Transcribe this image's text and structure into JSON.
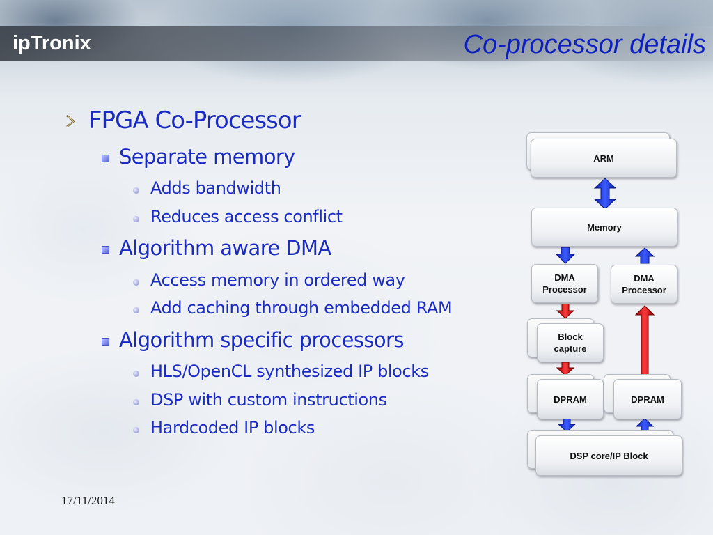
{
  "header": {
    "brand": "ipTronix",
    "title": "Co-processor details"
  },
  "content": {
    "level1": {
      "label": "FPGA Co-Processor"
    },
    "groups": [
      {
        "label": "Separate memory",
        "items": [
          "Adds bandwidth",
          "Reduces access conflict"
        ]
      },
      {
        "label": "Algorithm aware DMA",
        "items": [
          "Access memory in ordered way",
          "Add caching through embedded RAM"
        ]
      },
      {
        "label": "Algorithm specific processors",
        "items": [
          "HLS/OpenCL synthesized IP blocks",
          "DSP with custom instructions",
          "Hardcoded IP blocks"
        ]
      }
    ]
  },
  "footer": {
    "date": "17/11/2014"
  },
  "diagram": {
    "arm": "ARM",
    "memory": "Memory",
    "dma_left_line1": "DMA",
    "dma_left_line2": "Processor",
    "dma_right_line1": "DMA",
    "dma_right_line2": "Processor",
    "block_capture_line1": "Block",
    "block_capture_line2": "capture",
    "dpram_left": "DPRAM",
    "dpram_right": "DPRAM",
    "dsp": "DSP core/IP Block",
    "colors": {
      "down_arrow": "#1f3ad6",
      "up_arrow_red": "#d41414",
      "title": "#0d1fbf",
      "bullet_text": "#1a2bc4"
    }
  }
}
